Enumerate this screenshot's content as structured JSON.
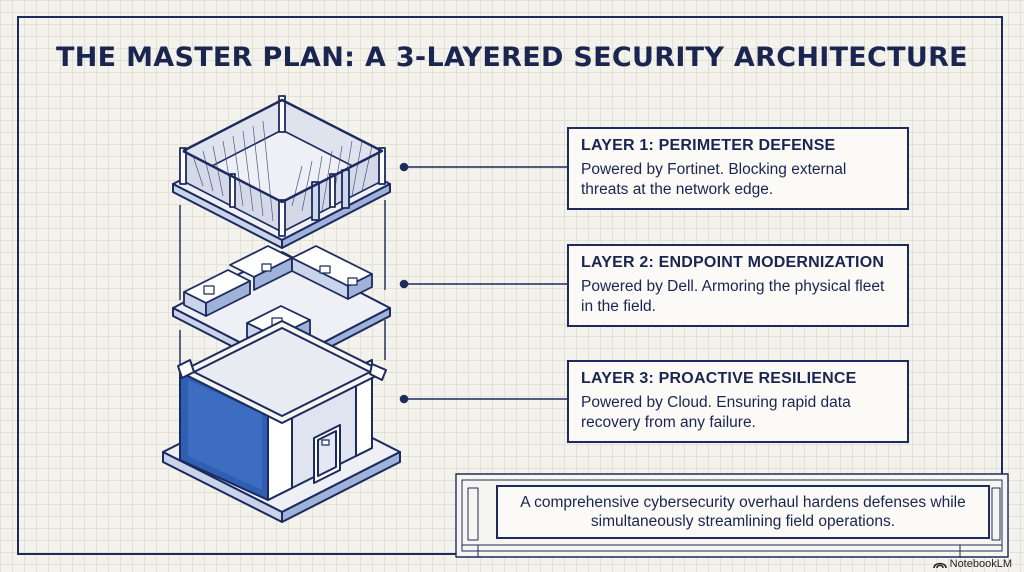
{
  "title": "THE MASTER PLAN: A 3-LAYERED SECURITY ARCHITECTURE",
  "layers": [
    {
      "title": "LAYER 1: PERIMETER DEFENSE",
      "description": "Powered by Fortinet. Blocking external threats at the network edge."
    },
    {
      "title": "LAYER 2: ENDPOINT MODERNIZATION",
      "description": "Powered by Dell. Armoring the physical fleet in the field."
    },
    {
      "title": "LAYER 3: PROACTIVE RESILIENCE",
      "description": "Powered by Cloud. Ensuring rapid data recovery from any failure."
    }
  ],
  "summary": "A comprehensive cybersecurity overhaul hardens defenses while simultaneously streamlining field operations.",
  "brand": "NotebookLM",
  "colors": {
    "ink": "#1c2a5e",
    "accent_blue": "#2f5fb3",
    "paper": "#f4f2ec"
  },
  "icons": [
    "fence-perimeter-illustration",
    "floorplan-illustration",
    "building-illustration",
    "notebooklm-logo-icon"
  ]
}
